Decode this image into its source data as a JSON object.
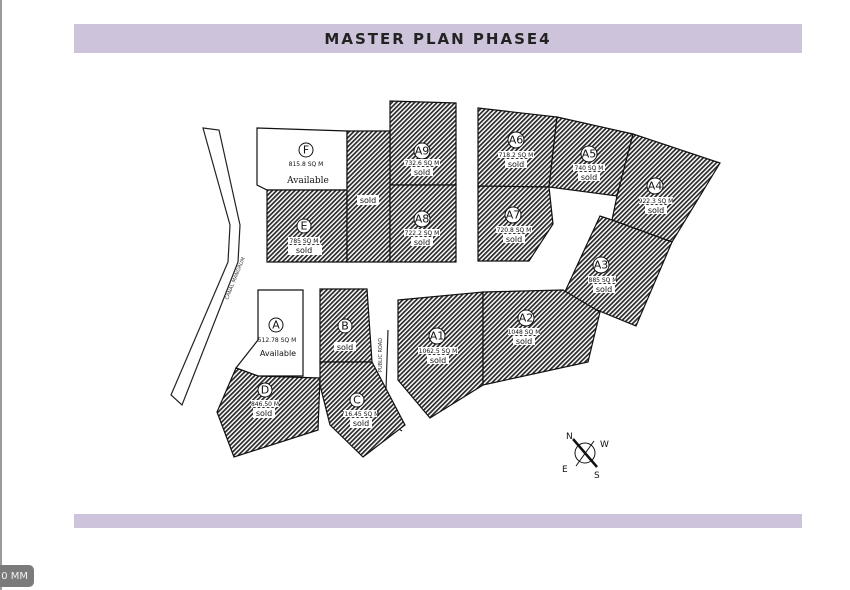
{
  "header": {
    "title": "MASTER PLAN PHASE4"
  },
  "roads": {
    "left_road": "CANAL MANGRUM",
    "center_road": "PUBLIC ROAD"
  },
  "compass": {
    "n": "N",
    "w": "W",
    "s": "S",
    "e": "E"
  },
  "scale_badge": "0 MM",
  "colors": {
    "banner": "#cdc3db",
    "sold_hatch": "#2a2a2a"
  },
  "plots": [
    {
      "id": "F",
      "area": "815.8 SQ M",
      "status": "Available"
    },
    {
      "id": "A9",
      "area": "732.6 SQ M",
      "status": "sold"
    },
    {
      "id": "A6",
      "area": "718.2 SQ M",
      "status": "sold"
    },
    {
      "id": "A5",
      "area": "740 SQ M",
      "status": "sold"
    },
    {
      "id": "A4",
      "area": "922.3 SQ M",
      "status": "sold"
    },
    {
      "id": "E",
      "area": "785 SQ M",
      "status": "sold"
    },
    {
      "id": "",
      "area": "",
      "status": "sold"
    },
    {
      "id": "A8",
      "area": "722.2 SQ M",
      "status": "sold"
    },
    {
      "id": "A7",
      "area": "720.8 SQ M",
      "status": "sold"
    },
    {
      "id": "A3",
      "area": "885 SQ M",
      "status": "sold"
    },
    {
      "id": "A",
      "area": "512.78 SQ M",
      "status": "Available"
    },
    {
      "id": "B",
      "area": "",
      "status": "sold"
    },
    {
      "id": "A1",
      "area": "1062.5 SQ M",
      "status": "sold"
    },
    {
      "id": "A2",
      "area": "1048 SQ M",
      "status": "sold"
    },
    {
      "id": "D",
      "area": "846.50 M",
      "status": "sold"
    },
    {
      "id": "C",
      "area": "716.45 SQ M",
      "status": "sold"
    }
  ]
}
